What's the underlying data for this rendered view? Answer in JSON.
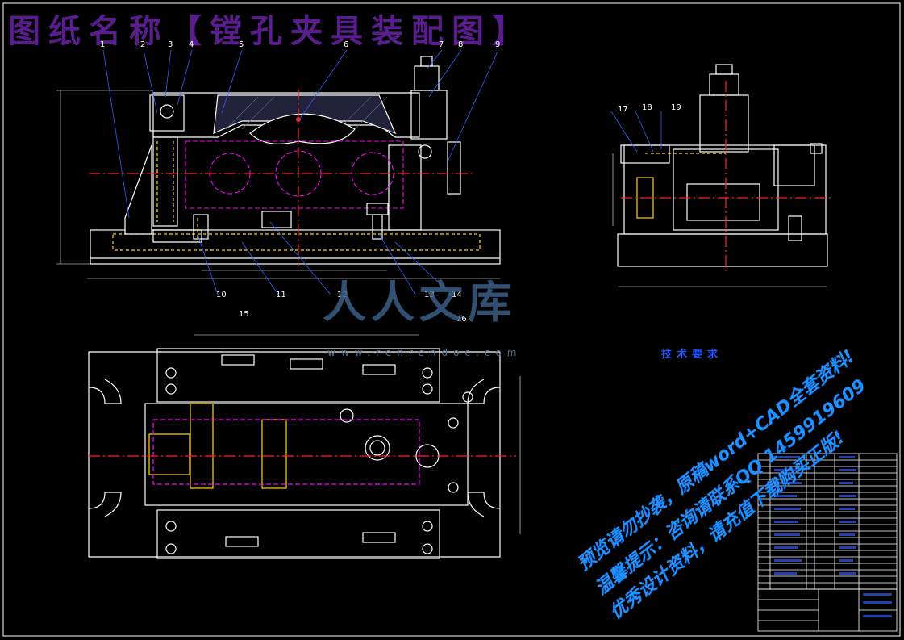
{
  "title": "图纸名称【镗孔夹具装配图】",
  "watermark": {
    "brand": "人人文库",
    "url": "www.renrendoc.com"
  },
  "tech_requirements": {
    "title": "技术要求"
  },
  "promo_lines": [
    "预览请勿抄袭，原稿word+CAD全套资料!",
    "温馨提示：咨询请联系QQ 1459919609",
    "优秀设计资料，请充值下载购买正版!"
  ],
  "part_numbers": [
    "1",
    "2",
    "3",
    "4",
    "5",
    "6",
    "7",
    "8",
    "9",
    "10",
    "11",
    "12",
    "13",
    "14",
    "15",
    "16",
    "17",
    "18",
    "19"
  ],
  "colors": {
    "background": "#000000",
    "outline": "#ffffff",
    "centerline": "#ff2020",
    "hidden": "#ffff00",
    "section": "#ff00ff",
    "leader": "#2f5fff",
    "title": "#5a1d8e"
  }
}
